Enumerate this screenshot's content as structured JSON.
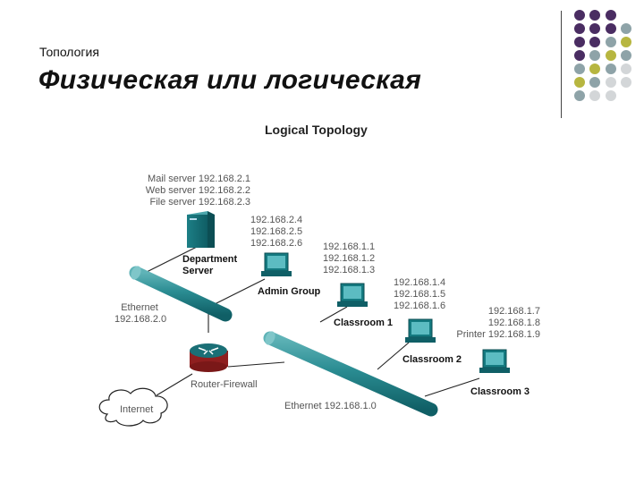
{
  "slide": {
    "subtitle": "Топология",
    "title": "Физическая или логическая"
  },
  "decor": {
    "dot_colors": {
      "purple": "#4a2d62",
      "gray": "#8ea3a8",
      "olive": "#b7b640",
      "light": "#d3d6d8"
    }
  },
  "diagram": {
    "title": "Logical Topology",
    "servers_info": [
      "Mail server 192.168.2.1",
      "Web server 192.168.2.2",
      "File server 192.168.2.3"
    ],
    "department_server": "Department\nServer",
    "admin_ips": [
      "192.168.2.4",
      "192.168.2.5",
      "192.168.2.6"
    ],
    "admin_group": "Admin Group",
    "classroom1_ips": [
      "192.168.1.1",
      "192.168.1.2",
      "192.168.1.3"
    ],
    "classroom1": "Classroom 1",
    "classroom2_ips": [
      "192.168.1.4",
      "192.168.1.5",
      "192.168.1.6"
    ],
    "classroom2": "Classroom 2",
    "classroom3_ips": [
      "192.168.1.7",
      "192.168.1.8",
      "Printer 192.168.1.9"
    ],
    "classroom3": "Classroom 3",
    "ethernet_top": [
      "Ethernet",
      "192.168.2.0"
    ],
    "router": "Router-Firewall",
    "internet": "Internet",
    "ethernet_bottom": "Ethernet 192.168.1.0"
  }
}
